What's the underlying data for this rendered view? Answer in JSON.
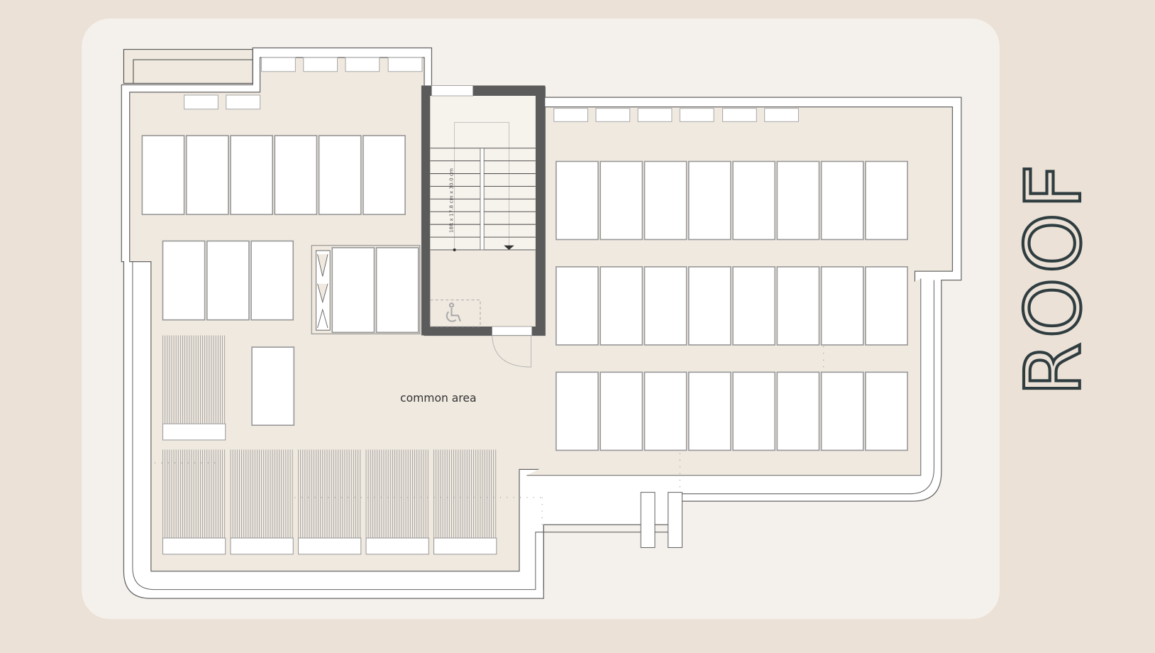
{
  "floor_title": "ROOF",
  "area_label": "common area",
  "stair_note": "18R x 17.8 cm x 30.0 cm",
  "icons": {
    "accessibility": "wheelchair-icon",
    "stair_direction": "down-arrow-icon"
  },
  "colors": {
    "background": "#ebe1d6",
    "card": "#f4f0eb",
    "floor": "#f0e9e0",
    "panel": "#ffffff",
    "stair_wall": "#5b5b5b",
    "title": "#2f3d40"
  }
}
